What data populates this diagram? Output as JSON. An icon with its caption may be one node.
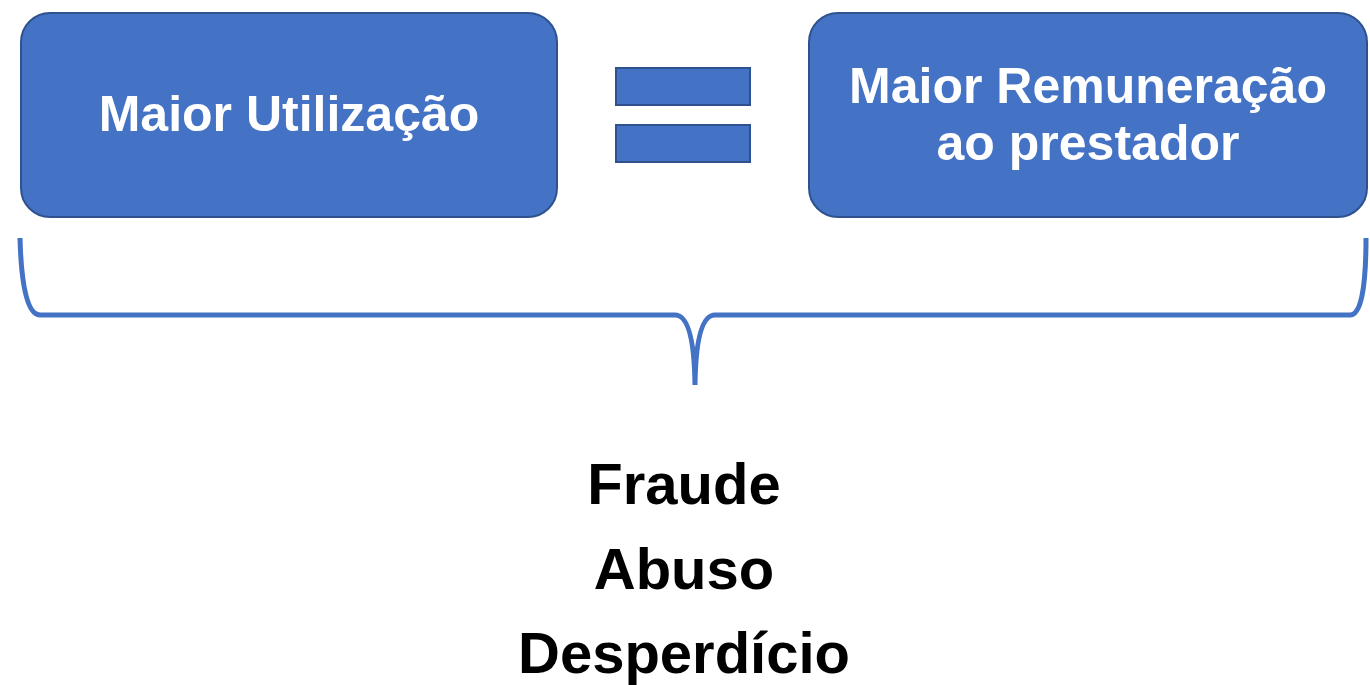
{
  "diagram": {
    "nodes": [
      {
        "text": [
          "Maior Utilização"
        ]
      },
      {
        "text": [
          "Maior Remuneração ao prestador"
        ]
      }
    ],
    "labels": [
      "Fraude",
      "Abuso",
      "Desperdício"
    ]
  }
}
